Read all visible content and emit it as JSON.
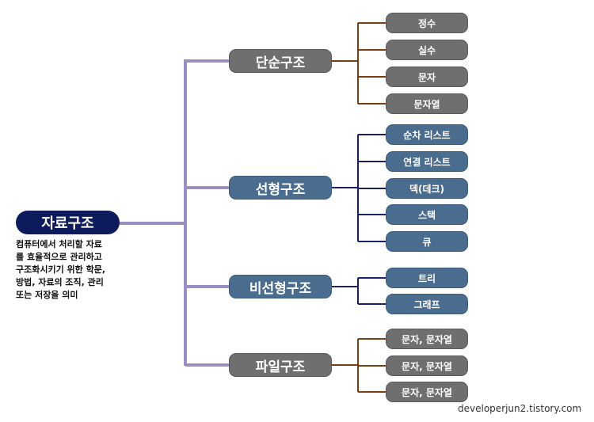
{
  "root": {
    "label": "자료구조",
    "description_lines": [
      "컴퓨터에서 처리할 자료",
      "를 효율적으로 관리하고",
      "구조화시키기 위한 학문,",
      "방법, 자료의 조직, 관리",
      "또는 저장을 의미"
    ]
  },
  "categories": [
    {
      "label": "단순구조",
      "style": "gray",
      "items": [
        "정수",
        "실수",
        "문자",
        "문자열"
      ]
    },
    {
      "label": "선형구조",
      "style": "blue",
      "items": [
        "순차 리스트",
        "연결 리스트",
        "덱(데크)",
        "스택",
        "큐"
      ]
    },
    {
      "label": "비선형구조",
      "style": "blue",
      "items": [
        "트리",
        "그래프"
      ]
    },
    {
      "label": "파일구조",
      "style": "gray",
      "items": [
        "문자, 문자열",
        "문자, 문자열",
        "문자, 문자열"
      ]
    }
  ],
  "footer": {
    "source": "developerjun2.tistory.com"
  },
  "colors": {
    "root_fill": "#0d1a5c",
    "gray_fill": "#6f6f6f",
    "blue_fill": "#4a6c8f",
    "main_connector": "#9b8ec0",
    "brown_connector": "#7a3e14",
    "navy_connector": "#1a1f6b"
  }
}
